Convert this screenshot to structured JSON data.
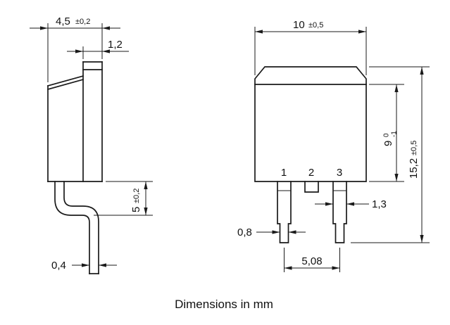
{
  "footer": "Dimensions in mm",
  "views": {
    "side": {
      "thickness": {
        "value": "4,5",
        "tol": "±0,2"
      },
      "tab_thickness": {
        "value": "1,2"
      },
      "standoff": {
        "value": "5",
        "tol": "±0,2"
      },
      "lead_thickness": {
        "value": "0,4"
      }
    },
    "front": {
      "body_width": {
        "value": "10",
        "tol": "±0,5"
      },
      "body_height": {
        "value": "9",
        "tol_upper": "0",
        "tol_lower": "-1"
      },
      "overall_height": {
        "value": "15,2",
        "tol": "±0,5"
      },
      "lead_width": {
        "value": "1,3"
      },
      "lead_tip_width": {
        "value": "0,8"
      },
      "lead_pitch": {
        "value": "5,08"
      },
      "pins": [
        "1",
        "2",
        "3"
      ]
    }
  }
}
